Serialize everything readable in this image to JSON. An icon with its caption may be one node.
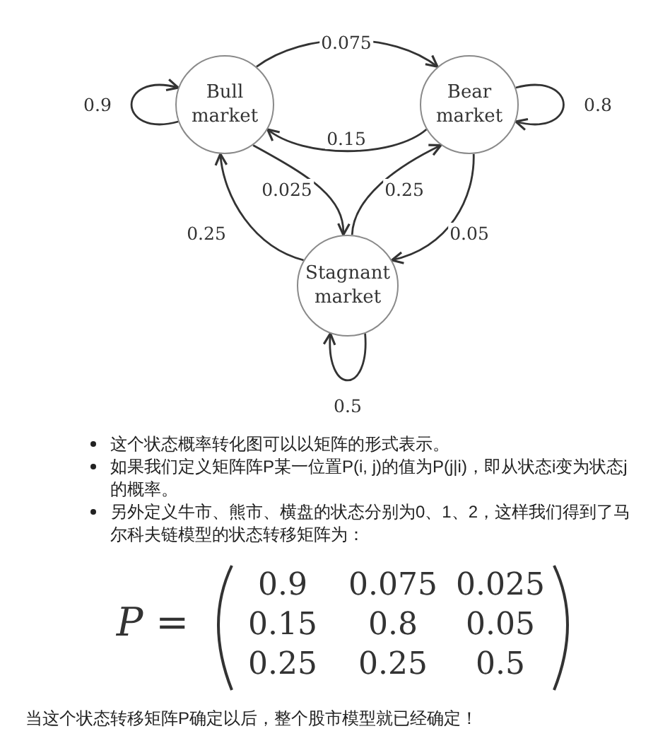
{
  "diagram": {
    "nodes": [
      {
        "text": [
          "Bull market"
        ]
      },
      {
        "text": [
          "Bear market"
        ]
      },
      {
        "text": [
          "Stagnant market"
        ]
      }
    ],
    "edges": [
      {
        "from": 0,
        "to": 1,
        "arrow": "to",
        "label": "0.075"
      },
      {
        "from": 1,
        "to": 0,
        "arrow": "to",
        "label": "0.15"
      },
      {
        "from": 0,
        "to": 2,
        "arrow": "to",
        "label": "0.025"
      },
      {
        "from": 2,
        "to": 0,
        "arrow": "to",
        "label": "0.25"
      },
      {
        "from": 2,
        "to": 1,
        "arrow": "to",
        "label": "0.25"
      },
      {
        "from": 1,
        "to": 2,
        "arrow": "to",
        "label": "0.05"
      },
      {
        "from": 0,
        "to": 0,
        "arrow": "to",
        "label": "0.9"
      },
      {
        "from": 1,
        "to": 1,
        "arrow": "to",
        "label": "0.8"
      },
      {
        "from": 2,
        "to": 2,
        "arrow": "to",
        "label": "0.5"
      }
    ],
    "labels": [
      "这个状态概率转化图可以以矩阵的形式表示。",
      "如果我们定义矩阵阵P某一位置P(i, j)的值为P(j|i)，即从状态i变为状态j的概率。",
      "另外定义牛市、熊市、横盘的状态分别为0、1、2，这样我们得到了马尔科夫链模型的状态转移矩阵为：",
      "P =",
      "0.9",
      "0.075",
      "0.025",
      "0.15",
      "0.8",
      "0.05",
      "0.25",
      "0.25",
      "0.5",
      "当这个状态转移矩阵P确定以后，整个股市模型就已经确定！"
    ]
  }
}
